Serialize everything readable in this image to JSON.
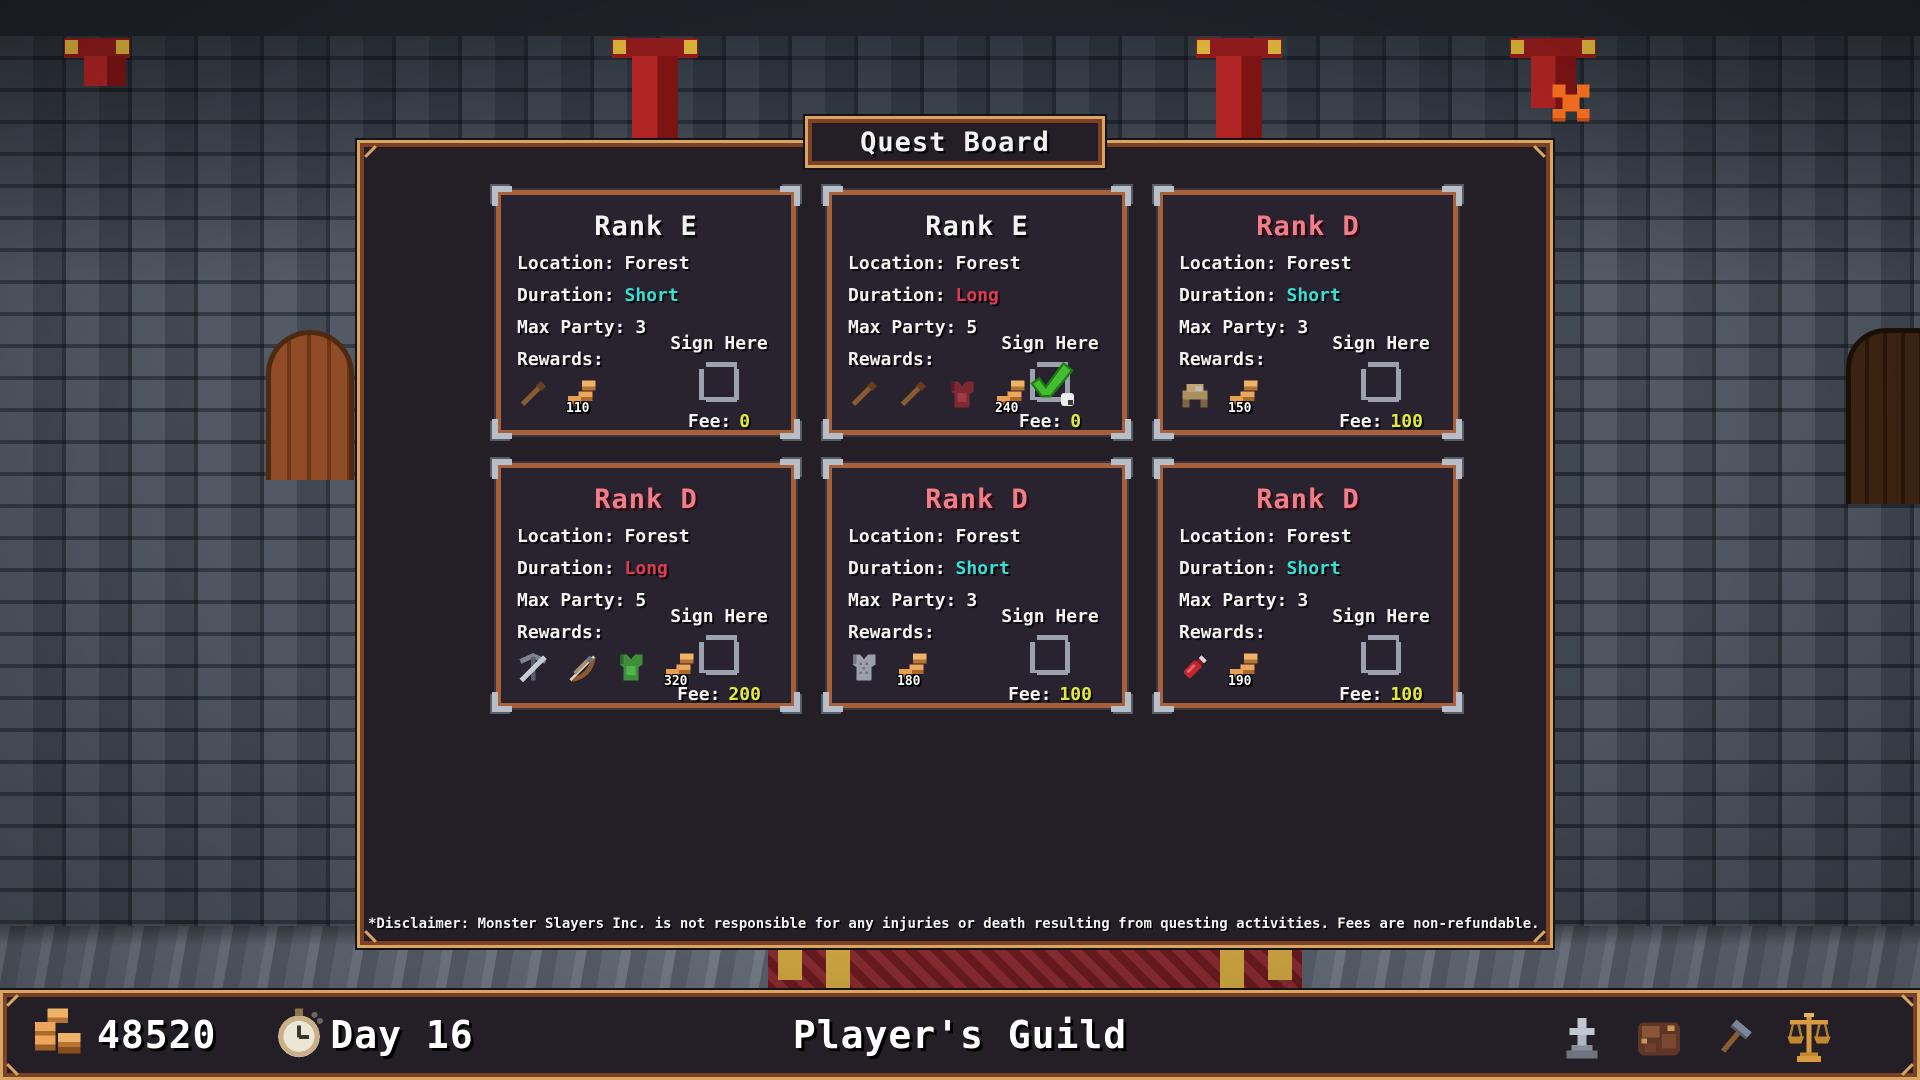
{
  "window": {
    "title": "Quest Board",
    "close_icon": "x-close"
  },
  "labels": {
    "location": "Location:",
    "duration": "Duration:",
    "max_party": "Max Party:",
    "rewards": "Rewards:",
    "sign": "Sign Here",
    "fee": "Fee:"
  },
  "quests": [
    {
      "rank": "Rank E",
      "location": "Forest",
      "duration": "Short",
      "max_party": "3",
      "reward_icons": [
        "wooden-club",
        "coin-pile"
      ],
      "coins": "110",
      "signed": false,
      "fee": "0"
    },
    {
      "rank": "Rank E",
      "location": "Forest",
      "duration": "Long",
      "max_party": "5",
      "reward_icons": [
        "wooden-club",
        "wooden-club",
        "red-armor",
        "coin-pile"
      ],
      "coins": "240",
      "signed": true,
      "fee": "0"
    },
    {
      "rank": "Rank D",
      "location": "Forest",
      "duration": "Short",
      "max_party": "3",
      "reward_icons": [
        "leather-cap",
        "coin-pile"
      ],
      "coins": "150",
      "signed": false,
      "fee": "100"
    },
    {
      "rank": "Rank D",
      "location": "Forest",
      "duration": "Long",
      "max_party": "5",
      "reward_icons": [
        "crossbow",
        "bow",
        "green-tunic",
        "coin-pile"
      ],
      "coins": "320",
      "signed": false,
      "fee": "200"
    },
    {
      "rank": "Rank D",
      "location": "Forest",
      "duration": "Short",
      "max_party": "3",
      "reward_icons": [
        "chainmail-armor",
        "coin-pile"
      ],
      "coins": "180",
      "signed": false,
      "fee": "100"
    },
    {
      "rank": "Rank D",
      "location": "Forest",
      "duration": "Short",
      "max_party": "3",
      "reward_icons": [
        "red-potion",
        "coin-pile"
      ],
      "coins": "190",
      "signed": false,
      "fee": "100"
    }
  ],
  "disclaimer": "*Disclaimer: Monster Slayers Inc. is not responsible for any injuries or death resulting from questing activities. Fees are non-refundable.",
  "status_bar": {
    "gold": "48520",
    "day": "Day 16",
    "guild_name": "Player's Guild",
    "icons": [
      "coin-stack",
      "pocket-watch",
      "statue",
      "quest-log-book",
      "hammer",
      "scales"
    ]
  },
  "colors": {
    "duration_short": "#38dfd2",
    "duration_long": "#e23a52",
    "fee_value": "#e3e93c",
    "rank_e": "#f2f2f2",
    "rank_d": "#ef7e8a",
    "panel_border": "#d9a562",
    "card_border": "#a8603a",
    "close_x": "#ed6a1e"
  }
}
